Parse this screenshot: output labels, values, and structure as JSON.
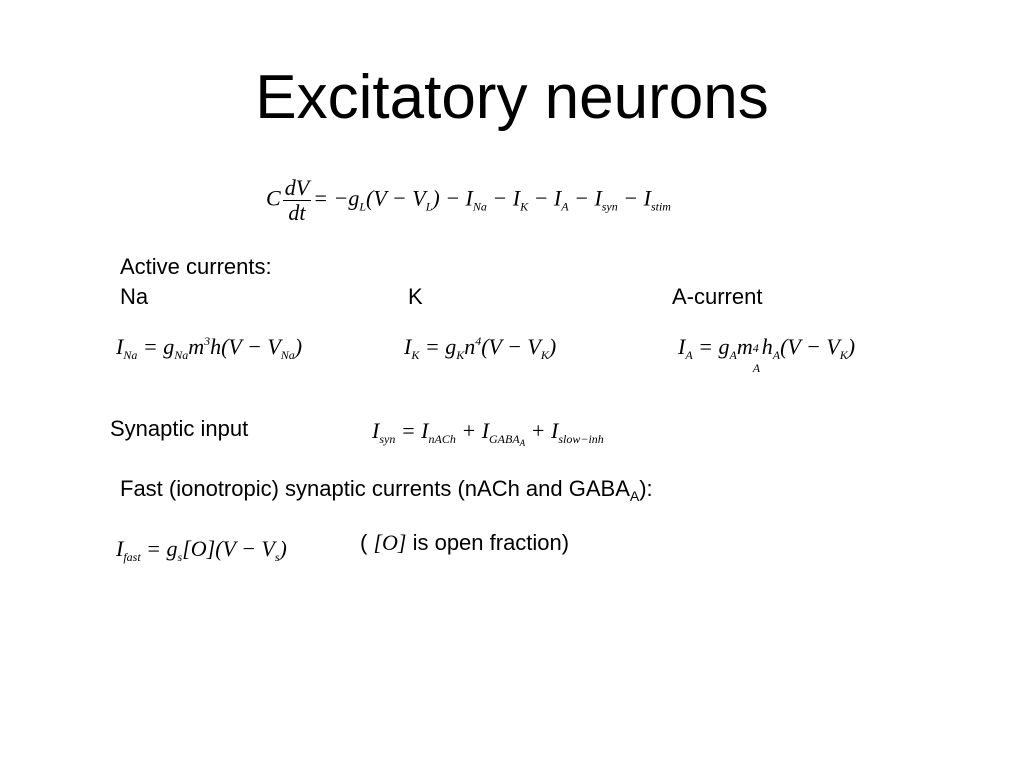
{
  "slide": {
    "title": "Excitatory neurons"
  },
  "membrane_equation": {
    "lhs_coef": "C",
    "frac_num": "dV",
    "frac_den": "dt",
    "rhs": "= −g",
    "rhs_L": "L",
    "rhs_rest": "(V − V",
    "rhs_rest_L": "L",
    "terms": ") − I",
    "na": "Na",
    "minus_ik": " − I",
    "k": "K",
    "minus_ia": " − I",
    "a": "A",
    "minus_isyn": " − I",
    "syn": "syn",
    "minus_istim": " − I",
    "stim": "stim"
  },
  "active_currents": {
    "heading": "Active currents:",
    "na_label": "Na",
    "k_label": "K",
    "a_label": "A-current"
  },
  "eq_na": {
    "I": "I",
    "Isub": "Na",
    "eq": " = g",
    "gsub": "Na",
    "m": "m",
    "mexp": "3",
    "rest": "h(V − V",
    "vsub": "Na",
    "close": ")"
  },
  "eq_k": {
    "I": "I",
    "Isub": "K",
    "eq": " = g",
    "gsub": "K",
    "n": "n",
    "nexp": "4",
    "rest": "(V − V",
    "vsub": "K",
    "close": ")"
  },
  "eq_a": {
    "I": "I",
    "Isub": "A",
    "eq": " = g",
    "gsub": "A",
    "m": "m",
    "mexp": "4",
    "msub": "A",
    "h": "h",
    "hsub": "A",
    "rest": "(V − V",
    "vsub": "K",
    "close": ")"
  },
  "synaptic": {
    "label": "Synaptic input",
    "I": "I",
    "Isub": "syn",
    "eq": " = I",
    "t1": "nACh",
    "plus1": " + I",
    "t2": "GABA",
    "t2sub": "A",
    "plus2": " + I",
    "t3": "slow−inh"
  },
  "fast": {
    "label_pre": "Fast (ionotropic) synaptic currents (nACh and GABA",
    "label_sub": "A",
    "label_post": "):",
    "I": "I",
    "Isub": "fast",
    "eq": " = g",
    "gsub": "s",
    "rest": "[O](V − V",
    "vsub": "s",
    "close": ")",
    "note_open": "( ",
    "note_math": "[O]",
    "note_text": " is open fraction)"
  }
}
